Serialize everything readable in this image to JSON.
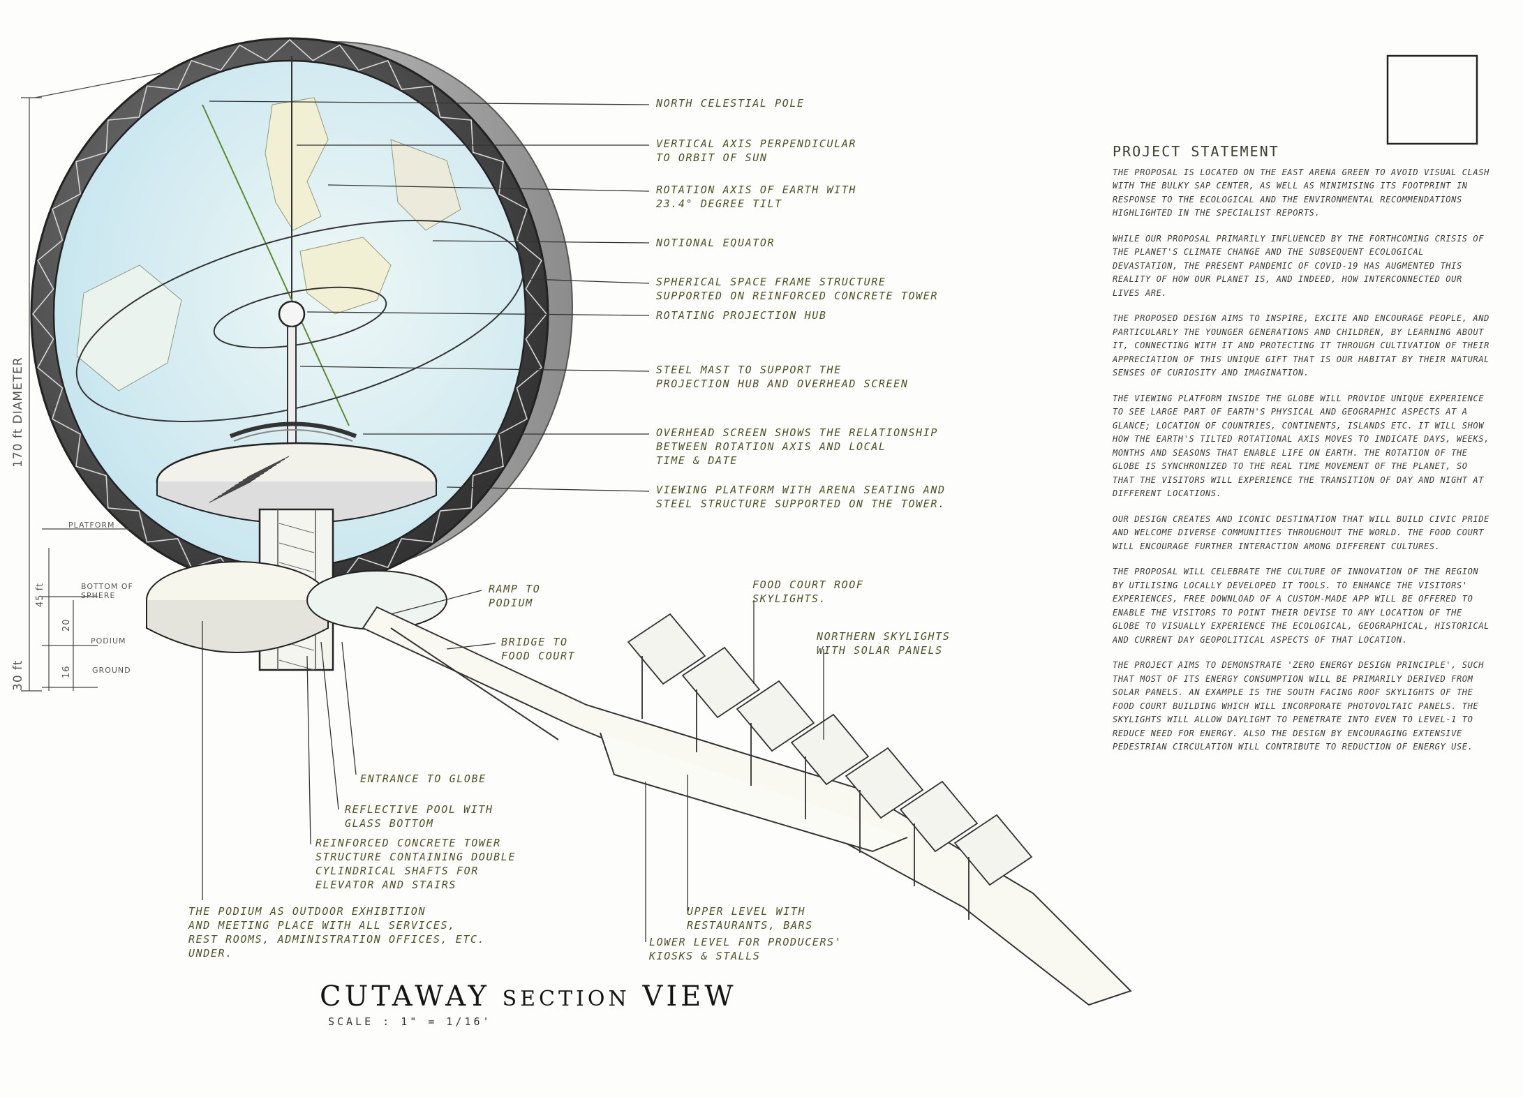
{
  "annotations": {
    "north_pole": "NORTH CELESTIAL POLE",
    "vertical_axis": "VERTICAL AXIS PERPENDICULAR\nTO ORBIT OF SUN",
    "rotation_axis": "ROTATION AXIS OF EARTH WITH\n23.4° DEGREE TILT",
    "equator": "NOTIONAL EQUATOR",
    "space_frame": "SPHERICAL SPACE FRAME STRUCTURE\nSUPPORTED ON REINFORCED CONCRETE TOWER",
    "projection_hub": "ROTATING PROJECTION HUB",
    "steel_mast": "STEEL MAST TO SUPPORT THE\nPROJECTION HUB AND OVERHEAD SCREEN",
    "overhead_screen": "OVERHEAD SCREEN SHOWS THE RELATIONSHIP\nBETWEEN ROTATION AXIS AND LOCAL\nTIME & DATE",
    "viewing_platform": "VIEWING PLATFORM WITH ARENA SEATING AND\nSTEEL STRUCTURE SUPPORTED ON THE TOWER.",
    "ramp": "RAMP TO\nPODIUM",
    "bridge": "BRIDGE TO\nFOOD COURT",
    "food_court_roof": "FOOD COURT ROOF\nSKYLIGHTS.",
    "northern_skylights": "NORTHERN SKYLIGHTS\nWITH SOLAR PANELS",
    "entrance": "ENTRANCE TO GLOBE",
    "reflective_pool": "REFLECTIVE POOL WITH\nGLASS BOTTOM",
    "tower": "REINFORCED CONCRETE TOWER\nSTRUCTURE CONTAINING DOUBLE\nCYLINDRICAL SHAFTS FOR\nELEVATOR AND STAIRS",
    "podium": "THE PODIUM AS OUTDOOR EXHIBITION\nAND MEETING PLACE WITH ALL SERVICES,\nREST ROOMS, ADMINISTRATION OFFICES, ETC.\nUNDER.",
    "upper_level": "UPPER LEVEL WITH\nRESTAURANTS, BARS",
    "lower_level": "LOWER LEVEL FOR PRODUCERS'\nKIOSKS & STALLS"
  },
  "dimensions": {
    "diameter": "170 ft  DIAMETER",
    "height_total": "30 ft",
    "height_45": "45 ft",
    "height_20": "20",
    "height_16": "16",
    "platform": "PLATFORM",
    "bottom_sphere": "BOTTOM OF\nSPHERE",
    "podium": "PODIUM",
    "ground": "GROUND"
  },
  "statement": {
    "heading": "PROJECT STATEMENT",
    "paragraphs": [
      "The proposal is located on the East Arena Green to avoid visual clash with the bulky SAP Center, as well as minimising its footprint in response to the ecological and the environmental recommendations highlighted in the specialist reports.",
      "While our proposal primarily influenced by the forthcoming crisis of the planet's climate change and the subsequent ecological devastation, the present pandemic of Covid-19 has augmented this reality of how our planet is, and indeed, how interconnected our lives are.",
      "The proposed design aims to inspire, excite and encourage people, and particularly the younger generations and children, by learning about it, connecting with it and protecting it through cultivation of their appreciation of this unique gift that is our habitat by their natural senses of curiosity and imagination.",
      "The viewing platform inside the globe will provide unique experience to see large part of earth's physical and geographic aspects at a glance; location of countries, continents, islands etc. It will show how the earth's tilted rotational axis moves to indicate days, weeks, months and seasons that enable life on earth. The rotation of the globe is synchronized to the real time movement of the planet, so that the visitors will experience the transition of day and night at different locations.",
      "Our design creates and iconic destination that will build civic pride and welcome diverse communities throughout the world. The food court will encourage further interaction among different cultures.",
      "The proposal will celebrate the culture of innovation of the region by utilising locally developed IT tools. To enhance the visitors' experiences, free download of a custom-made app will be offered to enable the visitors to point their devise to any location of the globe to visually experience the ecological, geographical, historical and current day geopolitical aspects of that location.",
      "The project aims to demonstrate 'Zero Energy Design Principle', such that most of its energy consumption will be primarily derived from solar panels. An example is the south facing roof skylights of the food court building which will incorporate photovoltaic panels. The skylights will allow daylight to penetrate into even to level-1 to reduce need for energy. Also the design by encouraging extensive pedestrian circulation will contribute to reduction of energy use."
    ]
  },
  "title": {
    "main": "CUTAWAY",
    "section": "SECTION",
    "view": "VIEW",
    "scale": "SCALE :  1\" = 1/16'"
  },
  "colors": {
    "ink": "#3a3a3a",
    "annotation": "#4d5226",
    "shell_dark": "#4a4a4a",
    "ocean": "#cfe8ef",
    "land": "#f3f1d6",
    "tilt_axis": "#5b8a2a"
  }
}
